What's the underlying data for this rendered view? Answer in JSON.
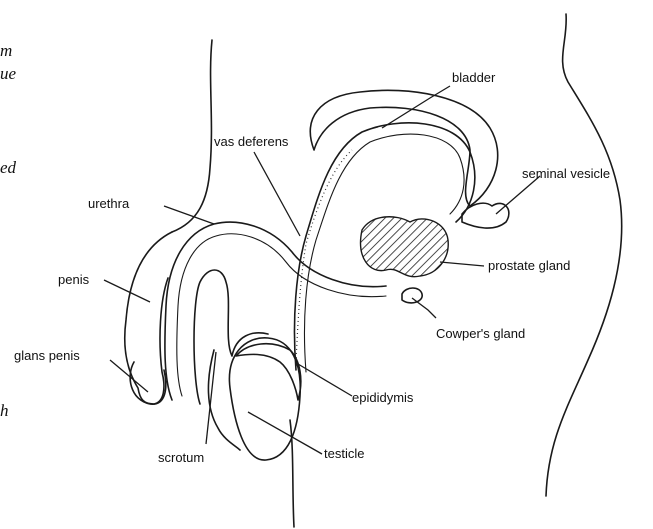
{
  "margin_fragments": [
    "m",
    "ue",
    "ed",
    "h"
  ],
  "labels": {
    "bladder": "bladder",
    "vas_deferens": "vas deferens",
    "seminal_vesicle": "seminal vesicle",
    "urethra": "urethra",
    "prostate_gland": "prostate gland",
    "penis": "penis",
    "cowpers_gland": "Cowper's gland",
    "glans_penis": "glans penis",
    "epididymis": "epididymis",
    "scrotum": "scrotum",
    "testicle": "testicle"
  }
}
